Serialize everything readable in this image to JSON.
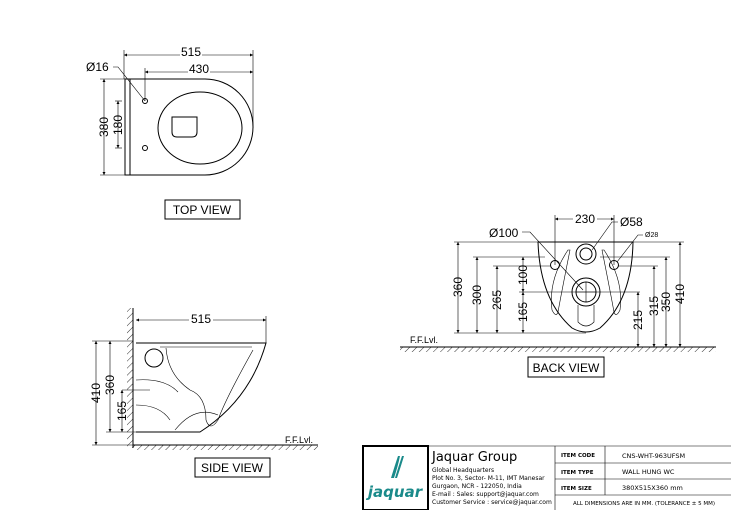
{
  "top_view": {
    "label": "TOP VIEW",
    "dims": {
      "overall_length": "515",
      "hole_to_front": "430",
      "hole_dia": "Ø16",
      "width": "380",
      "hole_spacing": "180"
    }
  },
  "side_view": {
    "label": "SIDE VIEW",
    "floor_label": "F.F.Lvl.",
    "dims": {
      "length": "515",
      "height_total": "410",
      "height_bowl": "360",
      "outlet_height": "165"
    }
  },
  "back_view": {
    "label": "BACK VIEW",
    "floor_label": "F.F.Lvl.",
    "dims": {
      "bolt_spacing": "230",
      "inlet_dia": "Ø58",
      "outlet_dia": "Ø100",
      "bolt_dia": "Ø28",
      "d360": "360",
      "d300": "300",
      "d265": "265",
      "d100": "100",
      "d165": "165",
      "d215": "215",
      "d315": "315",
      "d350": "350",
      "d410": "410"
    }
  },
  "title_block": {
    "brand": "jaquar",
    "company": "Jaquar Group",
    "address": [
      "Global Headquarters",
      "Plot No. 3, Sector- M-11, IMT Manesar",
      "Gurgaon, NCR - 122050, India",
      "E-mail : Sales: support@jaquar.com",
      "Customer Service : service@jaquar.com"
    ],
    "rows": [
      {
        "label": "ITEM CODE",
        "value": "CNS-WHT-963UFSM"
      },
      {
        "label": "ITEM TYPE",
        "value": "WALL HUNG WC"
      },
      {
        "label": "ITEM SIZE",
        "value": "380X515X360 mm"
      }
    ],
    "note": "ALL DIMENSIONS ARE IN MM. (TOLERANCE ± 5 MM)",
    "brand_color": "#1a8a8a"
  }
}
